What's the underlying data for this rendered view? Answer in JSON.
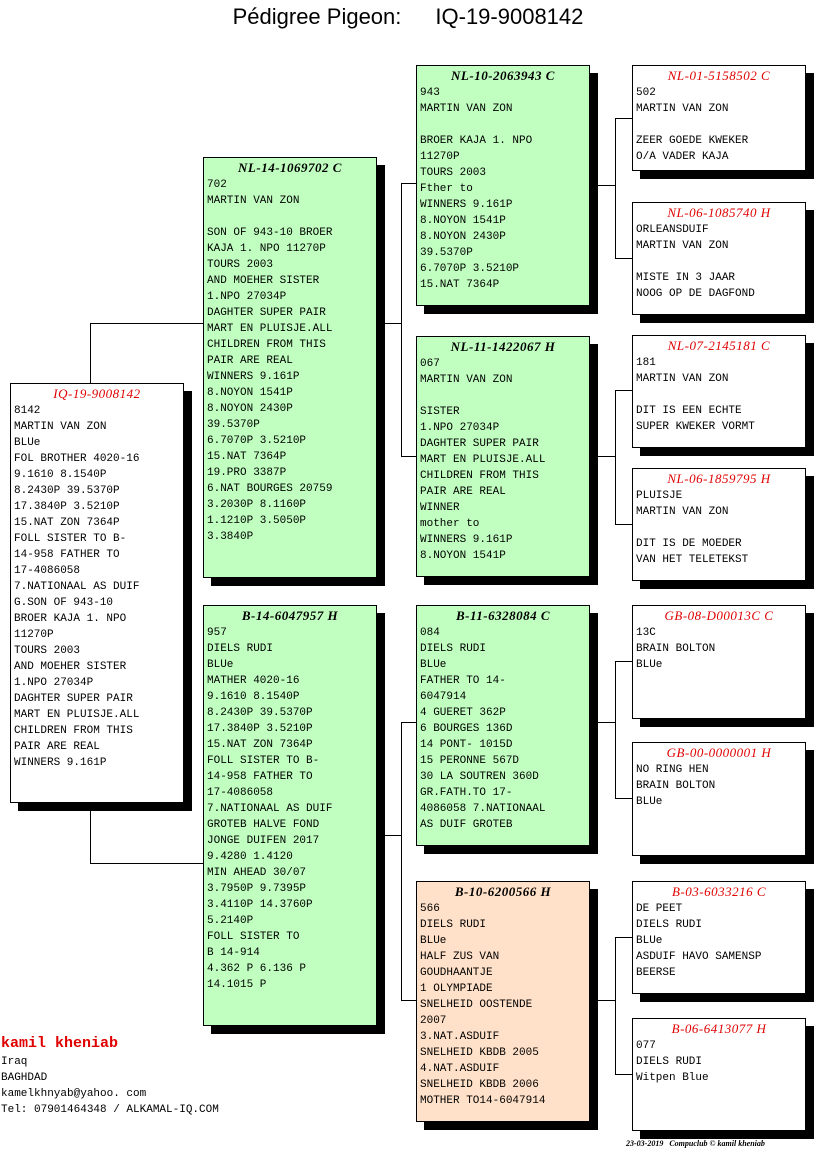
{
  "title": {
    "label": "Pédigree Pigeon:",
    "ring": "IQ-19-9008142"
  },
  "colors": {
    "green": "#c0ffc0",
    "peach": "#ffe0c8",
    "white": "#ffffff",
    "ring_red": "#e00000"
  },
  "pigeons": [
    {
      "role": "subject",
      "ring": "IQ-19-9008142",
      "bg": "white",
      "red": true,
      "lines": [
        "8142",
        "MARTIN VAN ZON",
        "BLUe",
        "FOL BROTHER 4020-16",
        "9.1610 8.1540P",
        "8.2430P 39.5370P",
        "17.3840P 3.5210P",
        "15.NAT ZON 7364P",
        "FOLL SISTER TO B-",
        "14-958 FATHER TO",
        "17-4086058",
        "7.NATIONAAL AS DUIF",
        "G.SON OF 943-10",
        "BROER KAJA 1. NPO",
        "11270P",
        "TOURS 2003",
        "AND MOEHER SISTER",
        "1.NPO 27034P",
        "DAGHTER SUPER PAIR",
        "MART EN PLUISJE.ALL",
        "CHILDREN FROM THIS",
        "PAIR ARE REAL",
        "WINNERS 9.161P"
      ]
    },
    {
      "role": "sire",
      "ring": "NL-14-1069702 C",
      "bg": "green",
      "red": false,
      "lines": [
        "702",
        "MARTIN VAN ZON",
        "",
        "SON OF 943-10 BROER",
        "KAJA 1. NPO 11270P",
        "TOURS 2003",
        "AND MOEHER SISTER",
        "1.NPO 27034P",
        "DAGHTER SUPER PAIR",
        "MART EN PLUISJE.ALL",
        "CHILDREN FROM THIS",
        "PAIR ARE REAL",
        "WINNERS 9.161P",
        "8.NOYON 1541P",
        "8.NOYON 2430P",
        "39.5370P",
        "6.7070P 3.5210P",
        "15.NAT 7364P",
        "19.PRO 3387P",
        "6.NAT BOURGES 20759",
        "3.2030P 8.1160P",
        "1.1210P 3.5050P",
        "3.3840P"
      ]
    },
    {
      "role": "dam",
      "ring": "B-14-6047957 H",
      "bg": "green",
      "red": false,
      "lines": [
        "957",
        "DIELS RUDI",
        "BLUe",
        "MATHER 4020-16",
        "9.1610 8.1540P",
        "8.2430P 39.5370P",
        "17.3840P 3.5210P",
        "15.NAT ZON 7364P",
        "FOLL SISTER TO B-",
        "14-958 FATHER TO",
        "17-4086058",
        "7.NATIONAAL AS DUIF",
        "GROTEB HALVE FOND",
        "JONGE DUIFEN 2017",
        "9.4280 1.4120",
        "MIN AHEAD 30/07",
        "3.7950P 9.7395P",
        "3.4110P 14.3760P",
        "5.2140P",
        "FOLL SISTER TO",
        "B 14-914",
        "4.362 P 6.136 P",
        "14.1015 P"
      ]
    },
    {
      "role": "sire-sire",
      "ring": "NL-10-2063943 C",
      "bg": "green",
      "red": false,
      "lines": [
        "943",
        "MARTIN VAN ZON",
        "",
        "BROER KAJA 1. NPO",
        "11270P",
        "TOURS 2003",
        "Fther to",
        "WINNERS 9.161P",
        "8.NOYON 1541P",
        "8.NOYON 2430P",
        "39.5370P",
        "6.7070P 3.5210P",
        "15.NAT 7364P"
      ]
    },
    {
      "role": "sire-dam",
      "ring": "NL-11-1422067 H",
      "bg": "green",
      "red": false,
      "lines": [
        "067",
        "MARTIN VAN ZON",
        "",
        "SISTER",
        "1.NPO 27034P",
        "DAGHTER SUPER PAIR",
        "MART EN PLUISJE.ALL",
        "CHILDREN FROM THIS",
        "PAIR ARE REAL",
        "WINNER",
        "mother to",
        "WINNERS 9.161P",
        "8.NOYON 1541P"
      ]
    },
    {
      "role": "dam-sire",
      "ring": "B-11-6328084 C",
      "bg": "green",
      "red": false,
      "lines": [
        "084",
        "DIELS RUDI",
        "BLUe",
        "FATHER TO 14-",
        "6047914",
        "4 GUERET 362P",
        "6 BOURGES 136D",
        "14 PONT- 1015D",
        "15 PERONNE 567D",
        "30 LA SOUTREN 360D",
        "GR.FATH.TO 17-",
        "4086058 7.NATIONAAL",
        "AS DUIF GROTEB"
      ]
    },
    {
      "role": "dam-dam",
      "ring": "B-10-6200566 H",
      "bg": "peach",
      "red": false,
      "lines": [
        "566",
        "DIELS RUDI",
        "BLUe",
        "HALF ZUS VAN",
        "GOUDHAANTJE",
        "1 OLYMPIADE",
        "SNELHEID OOSTENDE",
        "2007",
        "3.NAT.ASDUIF",
        "SNELHEID KBDB 2005",
        "4.NAT.ASDUIF",
        "SNELHEID KBDB 2006",
        "MOTHER TO14-6047914"
      ]
    },
    {
      "role": "ss-sire",
      "ring": "NL-01-5158502 C",
      "bg": "white",
      "red": true,
      "lines": [
        "502",
        "MARTIN VAN ZON",
        "",
        "ZEER GOEDE KWEKER",
        "O/A VADER KAJA"
      ]
    },
    {
      "role": "ss-dam",
      "ring": "NL-06-1085740 H",
      "bg": "white",
      "red": true,
      "lines": [
        "ORLEANSDUIF",
        "MARTIN VAN ZON",
        "",
        "MISTE IN 3 JAAR",
        "NOOG OP DE DAGFOND"
      ]
    },
    {
      "role": "sd-sire",
      "ring": "NL-07-2145181 C",
      "bg": "white",
      "red": true,
      "lines": [
        "181",
        "MARTIN VAN ZON",
        "",
        "DIT IS EEN ECHTE",
        "SUPER KWEKER VORMT"
      ]
    },
    {
      "role": "sd-dam",
      "ring": "NL-06-1859795 H",
      "bg": "white",
      "red": true,
      "lines": [
        "PLUISJE",
        "MARTIN VAN ZON",
        "",
        "DIT IS DE MOEDER",
        "VAN HET TELETEKST"
      ]
    },
    {
      "role": "ds-sire",
      "ring": "GB-08-D00013C C",
      "bg": "white",
      "red": true,
      "lines": [
        "13C",
        "BRAIN BOLTON",
        "BLUe"
      ]
    },
    {
      "role": "ds-dam",
      "ring": "GB-00-0000001 H",
      "bg": "white",
      "red": true,
      "lines": [
        "NO RING HEN",
        "BRAIN BOLTON",
        "BLUe"
      ]
    },
    {
      "role": "dd-sire",
      "ring": "B-03-6033216 C",
      "bg": "white",
      "red": true,
      "lines": [
        "DE PEET",
        "DIELS RUDI",
        "BLUe",
        "ASDUIF HAVO SAMENSP",
        "BEERSE"
      ]
    },
    {
      "role": "dd-dam",
      "ring": "B-06-6413077 H",
      "bg": "white",
      "red": true,
      "lines": [
        "077",
        "DIELS RUDI",
        "Witpen Blue"
      ]
    }
  ],
  "owner": {
    "name": "kamil kheniab",
    "lines": [
      "Iraq",
      "BAGHDAD",
      "kamelkhnyab@yahoo. com",
      "Tel: 07901464348 / ALKAMAL-IQ.COM"
    ]
  },
  "footer": {
    "date": "23-03-2019",
    "credit": "Compuclub © kamil kheniab"
  }
}
